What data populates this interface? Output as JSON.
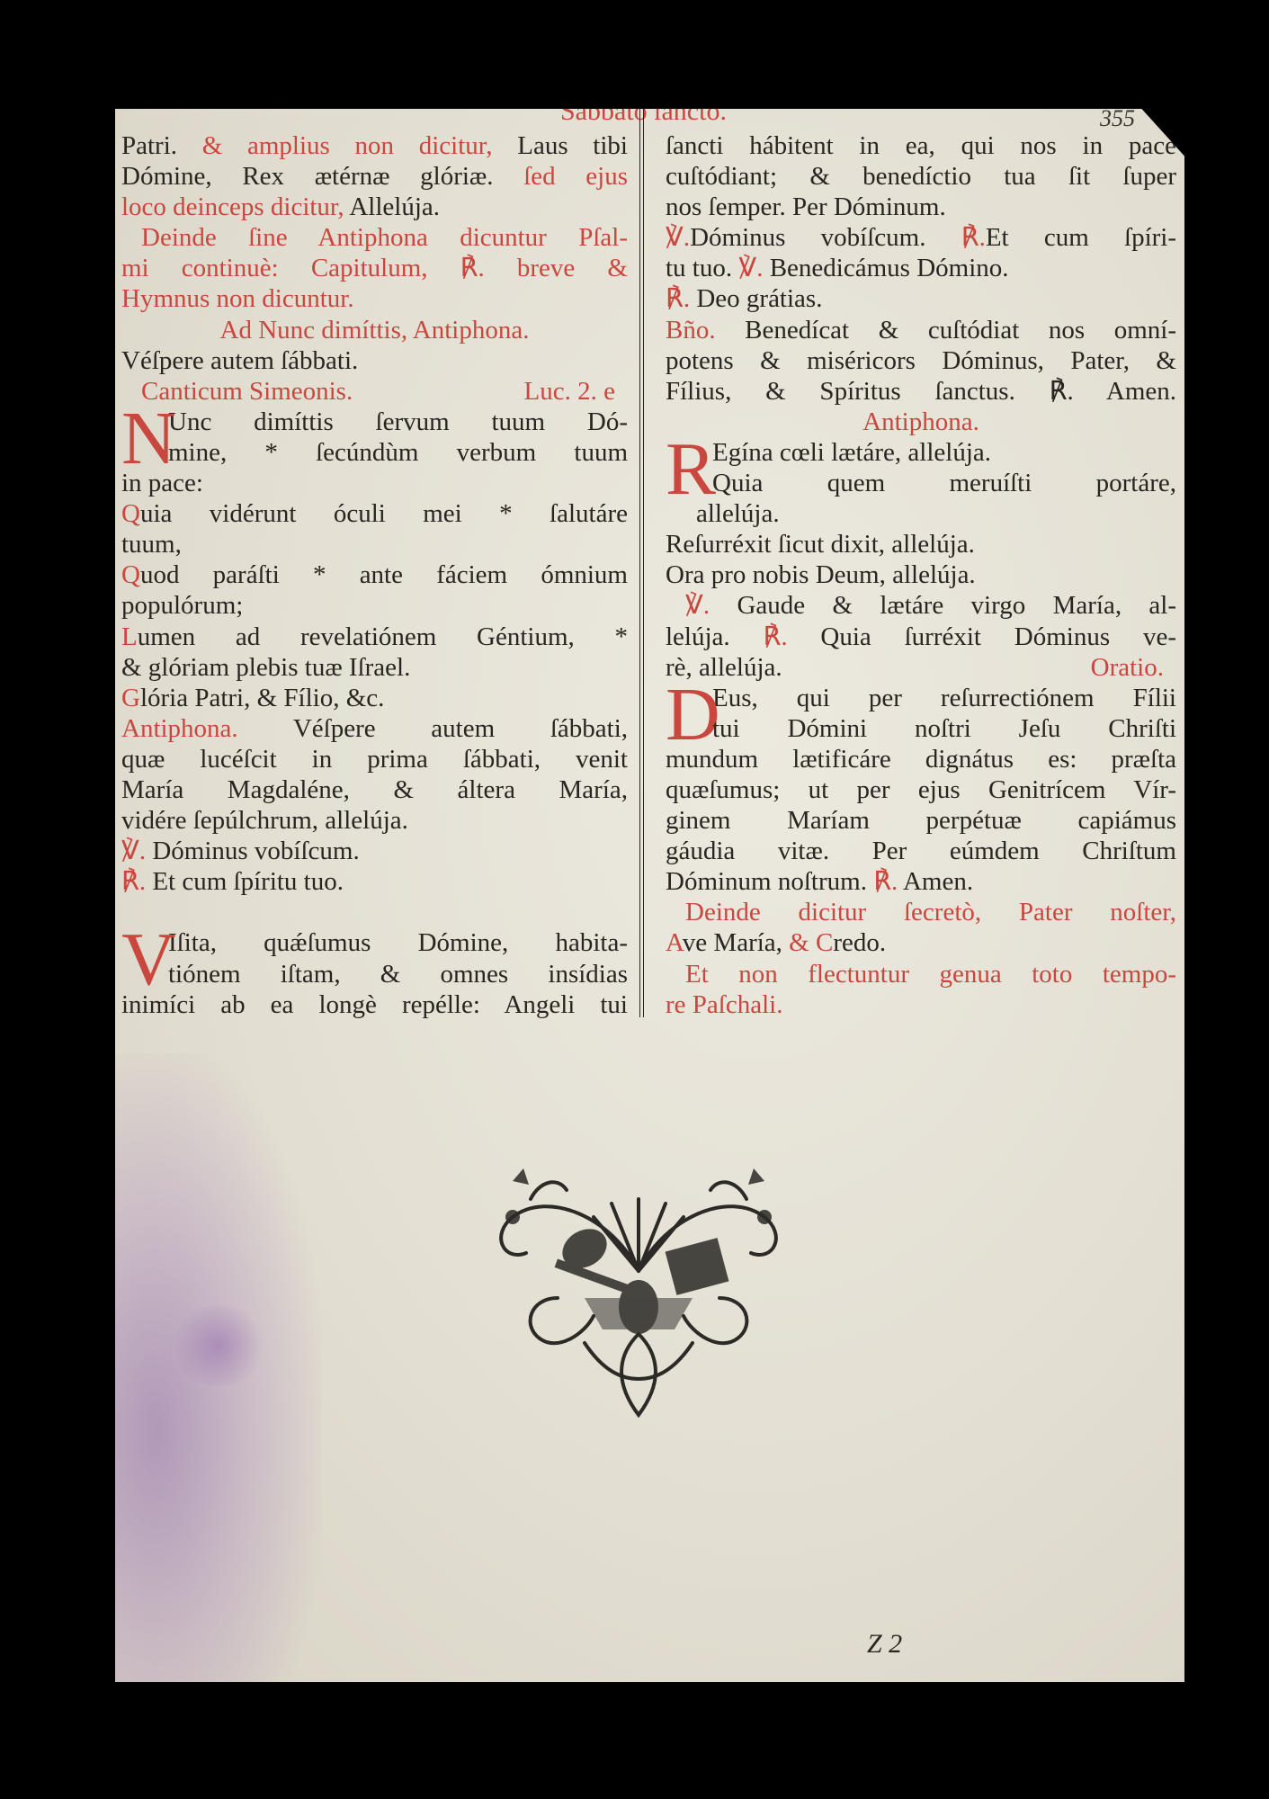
{
  "header": {
    "running_title": "Sabbato ſancto.",
    "page_number": "355"
  },
  "signature": "Z 2",
  "colors": {
    "rubric": "#c8473e",
    "ink": "#2a2520",
    "paper": "#e6e2d6"
  },
  "left_column": [
    {
      "segs": [
        {
          "t": "Patri. "
        },
        {
          "t": "& amplius non dicitur, ",
          "r": 1
        },
        {
          "t": "Laus tibi"
        }
      ]
    },
    {
      "segs": [
        {
          "t": "Dómine, Rex ætérnæ glóriæ. "
        },
        {
          "t": "ſed ejus",
          "r": 1
        }
      ]
    },
    {
      "end": 1,
      "segs": [
        {
          "t": "loco deinceps dicitur, ",
          "r": 1
        },
        {
          "t": "Allelúja."
        }
      ]
    },
    {
      "indent": 1,
      "segs": [
        {
          "t": "Deinde ſine Antiphona dicuntur Pſal-",
          "r": 1
        }
      ]
    },
    {
      "segs": [
        {
          "t": "mi continuè: Capitulum, ℟. breve &",
          "r": 1
        }
      ]
    },
    {
      "end": 1,
      "segs": [
        {
          "t": "Hymnus non dicuntur.",
          "r": 1
        }
      ]
    },
    {
      "heading": 1,
      "segs": [
        {
          "t": "Ad Nunc dimíttis, Antiphona.",
          "r": 1
        }
      ]
    },
    {
      "end": 1,
      "segs": [
        {
          "t": "Véſpere autem ſábbati."
        }
      ]
    },
    {
      "end": 1,
      "indent": 1,
      "segs": [
        {
          "t": "Canticum Simeonis.",
          "r": 1
        }
      ],
      "note": "Luc. 2. e"
    },
    {
      "dropcap": "N",
      "segs": [
        {
          "t": "Unc dimíttis ſervum tuum Dó-"
        }
      ]
    },
    {
      "dc": 1,
      "segs": [
        {
          "t": "mine, * ſecúndùm verbum tuum"
        }
      ]
    },
    {
      "end": 1,
      "segs": [
        {
          "t": "in pace:"
        }
      ]
    },
    {
      "segs": [
        {
          "t": "Q",
          "r": 1
        },
        {
          "t": "uia vidérunt óculi mei * ſalutáre"
        }
      ]
    },
    {
      "end": 1,
      "segs": [
        {
          "t": "tuum,"
        }
      ]
    },
    {
      "segs": [
        {
          "t": "Q",
          "r": 1
        },
        {
          "t": "uod paráſti * ante fáciem ómnium"
        }
      ]
    },
    {
      "end": 1,
      "segs": [
        {
          "t": "populórum;"
        }
      ]
    },
    {
      "segs": [
        {
          "t": "L",
          "r": 1
        },
        {
          "t": "umen ad revelatiónem Géntium, *"
        }
      ]
    },
    {
      "end": 1,
      "segs": [
        {
          "t": "& glóriam plebis tuæ Iſrael."
        }
      ]
    },
    {
      "end": 1,
      "segs": [
        {
          "t": "G",
          "r": 1
        },
        {
          "t": "lória Patri, & Fílio, &c."
        }
      ]
    },
    {
      "segs": [
        {
          "t": "Antiphona. ",
          "r": 1
        },
        {
          "t": "Véſpere autem ſábbati,"
        }
      ]
    },
    {
      "segs": [
        {
          "t": "quæ lucéſcit in prima ſábbati, venit"
        }
      ]
    },
    {
      "segs": [
        {
          "t": "María Magdaléne, & áltera María,"
        }
      ]
    },
    {
      "end": 1,
      "segs": [
        {
          "t": "vidére ſepúlchrum, allelúja."
        }
      ]
    },
    {
      "end": 1,
      "segs": [
        {
          "t": "℣. ",
          "r": 1
        },
        {
          "t": "Dóminus vobíſcum."
        }
      ]
    },
    {
      "end": 1,
      "segs": [
        {
          "t": "℟. ",
          "r": 1
        },
        {
          "t": "Et cum ſpíritu tuo."
        }
      ]
    },
    {
      "end": 1,
      "segs": []
    },
    {
      "dropcap": "V",
      "segs": [
        {
          "t": "Iſita, quǽſumus Dómine, habita-"
        }
      ]
    },
    {
      "dc": 1,
      "segs": [
        {
          "t": "tiónem iſtam, & omnes insídias"
        }
      ]
    },
    {
      "segs": [
        {
          "t": "inimíci ab ea longè repélle: Angeli tui"
        }
      ]
    }
  ],
  "right_column": [
    {
      "segs": [
        {
          "t": "ſancti hábitent in ea, qui nos in pace"
        }
      ]
    },
    {
      "segs": [
        {
          "t": "cuſtódiant; & benedíctio tua ſit ſuper"
        }
      ]
    },
    {
      "end": 1,
      "segs": [
        {
          "t": "nos ſemper. Per Dóminum."
        }
      ]
    },
    {
      "segs": [
        {
          "t": "℣.",
          "r": 1
        },
        {
          "t": "Dóminus vobíſcum. "
        },
        {
          "t": "℟.",
          "r": 1
        },
        {
          "t": "Et cum ſpíri-"
        }
      ]
    },
    {
      "end": 1,
      "segs": [
        {
          "t": "tu tuo. "
        },
        {
          "t": "℣. ",
          "r": 1
        },
        {
          "t": "Benedicámus Dómino."
        }
      ]
    },
    {
      "end": 1,
      "segs": [
        {
          "t": "℟. ",
          "r": 1
        },
        {
          "t": "Deo grátias."
        }
      ]
    },
    {
      "segs": [
        {
          "t": "Bño. ",
          "r": 1
        },
        {
          "t": "Benedícat & cuſtódiat nos omní-"
        }
      ]
    },
    {
      "segs": [
        {
          "t": "potens & miséricors Dóminus, Pater, &"
        }
      ]
    },
    {
      "segs": [
        {
          "t": "Fílius, & Spíritus ſanctus. ℟. Amen."
        }
      ]
    },
    {
      "heading": 1,
      "segs": [
        {
          "t": "Antiphona.",
          "r": 1
        }
      ]
    },
    {
      "dropcap": "R",
      "end": 1,
      "segs": [
        {
          "t": "Egína cœli lætáre, allelúja."
        }
      ]
    },
    {
      "dc": 1,
      "segs": [
        {
          "t": "Quia quem meruíſti portáre,"
        }
      ]
    },
    {
      "end": 1,
      "sub": 1,
      "segs": [
        {
          "t": "allelúja."
        }
      ]
    },
    {
      "end": 1,
      "segs": [
        {
          "t": "Reſurréxit ſicut dixit, allelúja."
        }
      ]
    },
    {
      "end": 1,
      "segs": [
        {
          "t": "Ora pro nobis Deum, allelúja."
        }
      ]
    },
    {
      "indent": 1,
      "segs": [
        {
          "t": "℣. ",
          "r": 1
        },
        {
          "t": "Gaude & lætáre virgo María, al-"
        }
      ]
    },
    {
      "segs": [
        {
          "t": "lelúja. "
        },
        {
          "t": "℟. ",
          "r": 1
        },
        {
          "t": "Quia ſurréxit Dóminus ve-"
        }
      ]
    },
    {
      "end": 1,
      "segs": [
        {
          "t": "rè, allelúja."
        }
      ],
      "note": "Oratio."
    },
    {
      "dropcap": "D",
      "segs": [
        {
          "t": "Eus, qui per reſurrectiónem Fílii"
        }
      ]
    },
    {
      "dc": 1,
      "segs": [
        {
          "t": "tui Dómini noſtri Jeſu Chriſti"
        }
      ]
    },
    {
      "segs": [
        {
          "t": "mundum lætificáre dignátus es: præſta"
        }
      ]
    },
    {
      "segs": [
        {
          "t": "quæſumus; ut per ejus Genitrícem Vír-"
        }
      ]
    },
    {
      "segs": [
        {
          "t": "ginem Maríam perpétuæ capiámus"
        }
      ]
    },
    {
      "segs": [
        {
          "t": "gáudia vitæ. Per eúmdem Chriſtum"
        }
      ]
    },
    {
      "end": 1,
      "segs": [
        {
          "t": "Dóminum noſtrum. "
        },
        {
          "t": "℟. ",
          "r": 1
        },
        {
          "t": "Amen."
        }
      ]
    },
    {
      "indent": 1,
      "segs": [
        {
          "t": "Deinde dicitur ſecretò, Pater noſter,",
          "r": 1
        }
      ]
    },
    {
      "end": 1,
      "segs": [
        {
          "t": "A",
          "r": 1
        },
        {
          "t": "ve María, "
        },
        {
          "t": "& C",
          "r": 1
        },
        {
          "t": "redo."
        }
      ]
    },
    {
      "indent": 1,
      "segs": [
        {
          "t": "Et non flectuntur genua toto tempo-",
          "r": 1
        }
      ]
    },
    {
      "end": 1,
      "segs": [
        {
          "t": "re Paſchali.",
          "r": 1
        }
      ]
    }
  ]
}
